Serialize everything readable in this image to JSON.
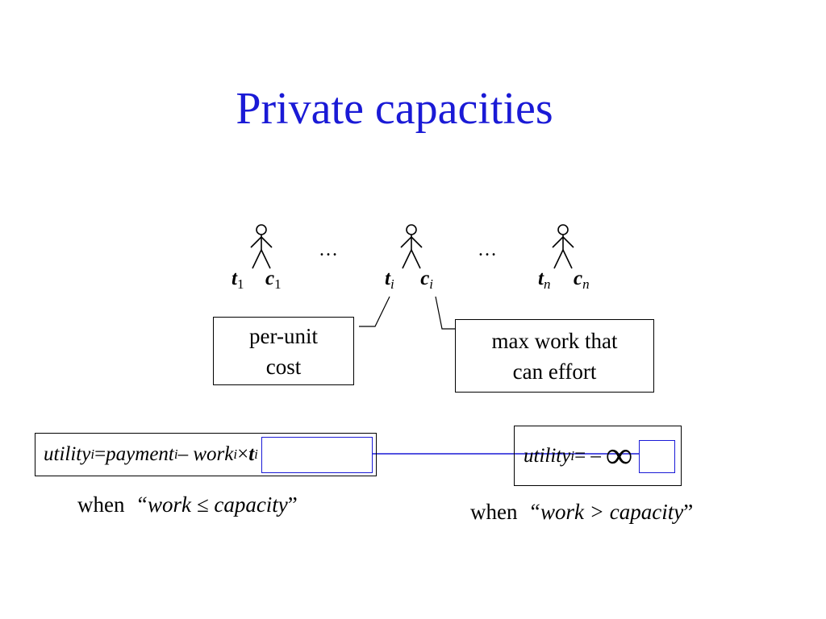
{
  "title": "Private capacities",
  "agents": [
    {
      "t_label": "t",
      "t_sub": "1",
      "c_label": "c",
      "c_sub": "1"
    },
    {
      "t_label": "t",
      "t_sub": "i",
      "c_label": "c",
      "c_sub": "i"
    },
    {
      "t_label": "t",
      "t_sub": "n",
      "c_label": "c",
      "c_sub": "n"
    }
  ],
  "ellipsis": "…",
  "callouts": {
    "cost": [
      "per-unit",
      "cost"
    ],
    "capacity": [
      "max work that",
      "can effort"
    ]
  },
  "formula_left": {
    "utility": "utility",
    "i": "i",
    "eq": " = ",
    "payment": "payment",
    "minus": " – ",
    "work": "work",
    "times": " × ",
    "t": "t"
  },
  "formula_right": {
    "utility": "utility",
    "i": "i",
    "eq": " = –",
    "infinity": "∞"
  },
  "condition_left": {
    "when": "when",
    "q_open": "“",
    "expr": "work ≤ capacity",
    "q_close": "”"
  },
  "condition_right": {
    "when": "when",
    "q_open": "“",
    "expr": "work > capacity",
    "q_close": "”"
  },
  "colors": {
    "title": "#1a1ad6",
    "highlight": "#1a1ad6",
    "link_line": "#1a1ad6"
  }
}
